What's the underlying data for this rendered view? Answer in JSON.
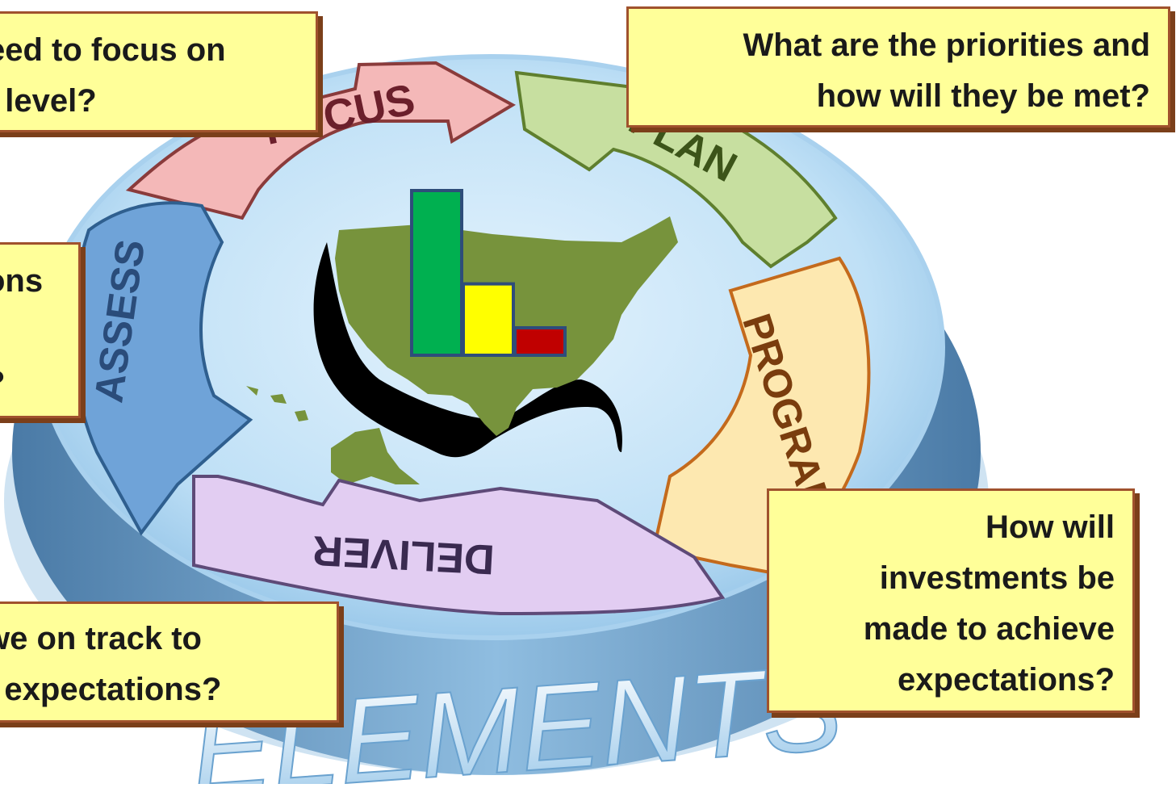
{
  "cycle": {
    "steps": [
      "FOCUS",
      "PLAN",
      "PROGRAM",
      "DELIVER",
      "ASSESS"
    ],
    "base_label": "ELEMENTS"
  },
  "callouts": {
    "focus": [
      "eed to focus on",
      "l level?"
    ],
    "plan": [
      "What are the priorities and",
      "how will they be met?"
    ],
    "assess": [
      "ons",
      "",
      "?"
    ],
    "deliver": [
      "we on track to",
      "t expectations?"
    ],
    "program": [
      "How will",
      "investments be",
      "made to achieve",
      "expectations?"
    ]
  },
  "bar_chart": {
    "values": [
      3,
      1.3,
      0.5
    ],
    "colors": [
      "#00b050",
      "#ffff00",
      "#c00000"
    ]
  },
  "colors": {
    "disk_face": "#bfe0f6",
    "disk_rim": "#5d8fb8",
    "map_green": "#77933c",
    "focus_arrow": "#f4b8b8",
    "plan_arrow": "#c7dfa0",
    "program_arrow": "#fde8b0",
    "deliver_arrow": "#e2cdf2",
    "assess_arrow": "#6fa3d8",
    "callout_fill": "#ffff99",
    "callout_border": "#a0522d"
  }
}
